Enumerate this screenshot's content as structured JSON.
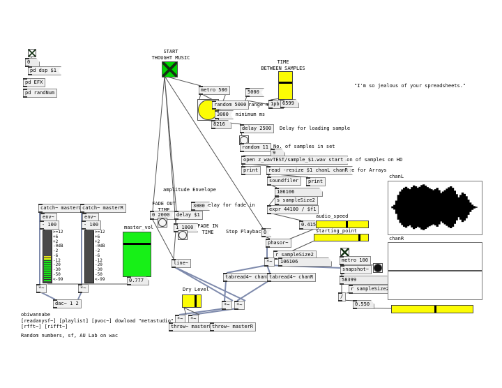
{
  "colors": {
    "slider_yellow": "#fcfc04",
    "toggle_green": "#00d400",
    "master_green": "#17f017",
    "signal_cord": "#7e8aac",
    "meter_dark": "#4a4a4a"
  },
  "n": {
    "toggle_num": "0",
    "pd_dsp": "pd dsp $1",
    "pd_efx": "pd EFX",
    "pd_randnum": "pd randNum",
    "start": "START\nTHOUGHT MUSIC",
    "metro500": "metro 500",
    "msg5000": "5000",
    "random5000": "random 5000",
    "range_ms": "range ms",
    "n1pb": "1pb",
    "n6599": "6599",
    "msg3000": "3000",
    "minimum_ms": "minimum ms",
    "n8216": "8216",
    "time_between": "TIME\nBETWEEN SAMPLES",
    "quote": "\"I'm so jealous of your spreadsheets.\"",
    "delay2500": "delay 2500",
    "c_delay_loading": "Delay for loading sample",
    "random11": "random 11",
    "c_samples": "No. of samples in set",
    "n9": "9",
    "open_msg": "open z_wavTEST/sample_$1.wav start",
    "c_location": "Location of samples on HD",
    "print": "print",
    "read_msg": "read -resize $1 chanL chanR",
    "c_resize": "Resize for Arrays",
    "soundfiler": "soundfiler",
    "n106106": "106106",
    "s_samplesize": "s sampleSize2",
    "expr": "expr 44100 / $f1",
    "c_audio_speed": "audio_speed",
    "n0415": "0.415",
    "c_starting_point": "starting_point",
    "phasor": "phasor~",
    "r_samplesize": "r sampleSize2",
    "star": "*~",
    "metro100": "metro 100",
    "snapshot": "snapshot~",
    "n58399": "58399",
    "divide": "/",
    "n0550": "0.550",
    "c_amp_env": "amplitude Envelope",
    "c_fade_out": "FADE OUT\nTIME",
    "msg0_2000": "0 2000",
    "delay_d1": "delay $1",
    "msg3000b": "3000",
    "c_delay_fade": "Delay for fade in",
    "msg1_1000": "1 1000",
    "c_fade_in": "FADE IN\nTIME",
    "c_stop": "Stop Playback",
    "msg0": "0",
    "line": "line~",
    "tabread_l": "tabread4~ chanL",
    "tabread_r": "tabread4~ chanR",
    "c_dry": "Dry Level",
    "throw_l": "throw~ masterL",
    "throw_r": "throw~ masterR",
    "catch_l": "catch~ masterL",
    "catch_r": "catch~ masterR",
    "env": "env~",
    "minus100": "- 100",
    "c_master_vol": "master_vol",
    "n0777": "0.777",
    "dac": "dac~ 1 2",
    "c_obi": "obiwannabe",
    "c_libs1": "[readanysf~] [playlist] [pvoc~] dowload \"metastudio\"",
    "c_libs2": "[rfft~] [rifft~]",
    "c_random": "Random numbers, sf, AU Lab on wac",
    "chanL": "chanL",
    "chanR": "chanR"
  },
  "vu": {
    "scale": [
      ">=12",
      "+6",
      "+2",
      "-0dB",
      "-2",
      "-6",
      "-12",
      "-20",
      "-30",
      "-50",
      "<-99"
    ],
    "left_lit": 0.42,
    "right_lit": 0.0
  },
  "wave": {
    "chanL": [
      0.04,
      0.1,
      0.28,
      0.52,
      0.66,
      0.75,
      0.82,
      0.86,
      0.8,
      0.76,
      0.85,
      0.92,
      0.88,
      0.82,
      0.86,
      0.93,
      0.96,
      0.91,
      0.85,
      0.8,
      0.76,
      0.72,
      0.76,
      0.82,
      0.72,
      0.6,
      0.66,
      0.72,
      0.78,
      0.84,
      0.88,
      0.82,
      0.7,
      0.55,
      0.42,
      0.52,
      0.62,
      0.56,
      0.46,
      0.32,
      0.2,
      0.11,
      0.05,
      0.02
    ],
    "chanR_flat": true
  }
}
